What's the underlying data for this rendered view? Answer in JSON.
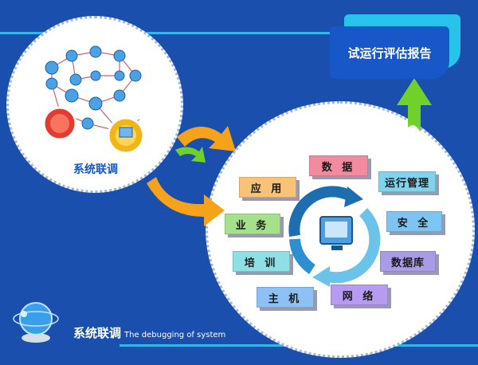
{
  "left_node": {
    "label": "系统联调"
  },
  "report": {
    "label": "试运行评估报告"
  },
  "modules": [
    {
      "id": "data",
      "label": "数 据",
      "color": "#f28aa0"
    },
    {
      "id": "ops",
      "label": "运行管理",
      "color": "#7fd4ec"
    },
    {
      "id": "security",
      "label": "安 全",
      "color": "#7ec4f2"
    },
    {
      "id": "database",
      "label": "数据库",
      "color": "#a99be6"
    },
    {
      "id": "network",
      "label": "网 络",
      "color": "#b79bf0"
    },
    {
      "id": "host",
      "label": "主 机",
      "color": "#8dc1f5"
    },
    {
      "id": "training",
      "label": "培 训",
      "color": "#8fe0e6"
    },
    {
      "id": "business",
      "label": "业 务",
      "color": "#a6e08a"
    },
    {
      "id": "application",
      "label": "应 用",
      "color": "#f8c377"
    }
  ],
  "footer": {
    "title_cn": "系统联调",
    "title_en": "The debugging of system"
  },
  "colors": {
    "background": "#1a4fae",
    "accent_line": "#34b6ec",
    "arrow_orange": "#f7a21b",
    "arrow_green": "#6fd12a"
  }
}
